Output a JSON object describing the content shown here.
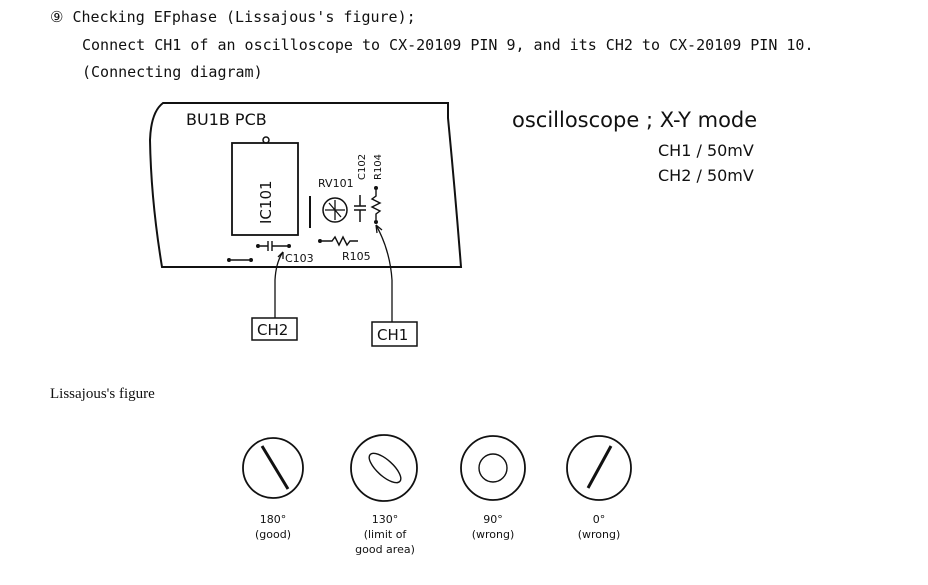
{
  "header": {
    "heading": "⑨ Checking EFphase (Lissajous's figure);",
    "instruction": "Connect CH1 of an oscilloscope to CX-20109 PIN 9, and its CH2 to CX-20109 PIN 10.",
    "diagram_note": "(Connecting diagram)"
  },
  "pcb": {
    "title": "BU1B PCB",
    "ic_label": "IC101",
    "rv_label": "RV101",
    "c102_label": "C102",
    "r104_label": "R104",
    "c103_label": "C103",
    "r105_label": "R105",
    "ch1_box": "CH1",
    "ch2_box": "CH2"
  },
  "oscilloscope": {
    "mode": "oscilloscope ; X-Y mode",
    "ch1": "CH1 / 50mV",
    "ch2": "CH2 / 50mV"
  },
  "lissajous": {
    "title": "Lissajous's figure",
    "figures": [
      {
        "angle": "180°",
        "note": "(good)"
      },
      {
        "angle": "130°",
        "note_line1": "(limit of",
        "note_line2": "good area)"
      },
      {
        "angle": "90°",
        "note": "(wrong)"
      },
      {
        "angle": "0°",
        "note": "(wrong)"
      }
    ]
  }
}
